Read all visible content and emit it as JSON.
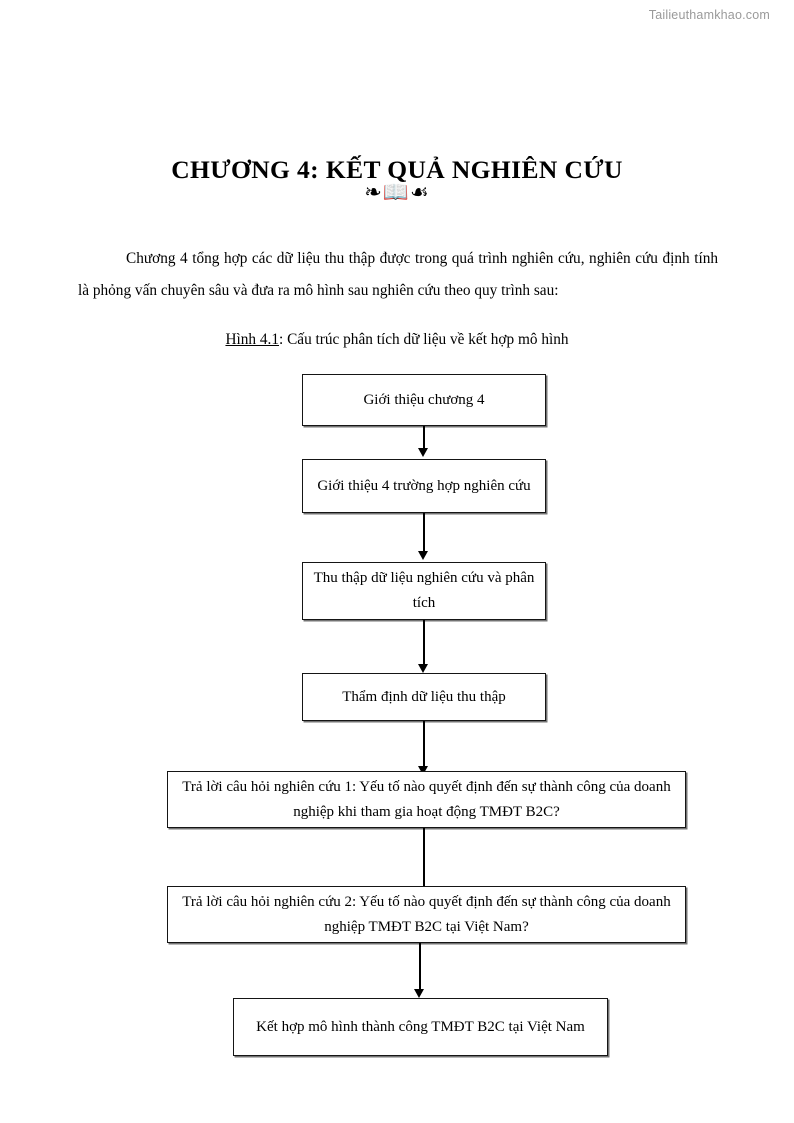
{
  "page": {
    "site_tag": "Tailieuthamkhao.com",
    "title": "CHƯƠNG 4: KẾT QUẢ NGHIÊN CỨU",
    "ornament": "❧📖☙",
    "intro_paragraph": "Chương 4 tổng hợp các dữ liệu thu thập được trong quá trình nghiên cứu, nghiên cứu định tính là phỏng vấn chuyên sâu và đưa ra mô hình sau nghiên cứu theo quy trình sau:"
  },
  "figure": {
    "label": "Hình 4.1",
    "caption_rest": ": Cấu trúc phân tích dữ liệu về kết hợp mô hình",
    "nodes": [
      {
        "id": "node-1",
        "text": "Giới thiệu chương 4"
      },
      {
        "id": "node-2",
        "text": "Giới thiệu 4 trường hợp nghiên cứu"
      },
      {
        "id": "node-3",
        "text": "Thu thập dữ liệu nghiên cứu và phân tích"
      },
      {
        "id": "node-4",
        "text": "Thẩm định dữ liệu thu thập"
      },
      {
        "id": "node-5",
        "text": "Trả lời câu hỏi nghiên cứu 1: Yếu tố nào quyết định đến sự thành công của doanh nghiệp khi tham gia hoạt động TMĐT B2C?"
      },
      {
        "id": "node-6",
        "text": "Trả lời câu hỏi nghiên cứu 2: Yếu tố nào quyết định đến sự thành công của doanh nghiệp TMĐT B2C tại Việt Nam?"
      },
      {
        "id": "node-7",
        "text": "Kết hợp mô hình thành công TMĐT B2C tại Việt Nam"
      }
    ]
  },
  "colors": {
    "text": "#000000",
    "border": "#151515",
    "shadow": "#5a5a5a",
    "watermark": "#9a9a9a",
    "background": "#ffffff"
  }
}
